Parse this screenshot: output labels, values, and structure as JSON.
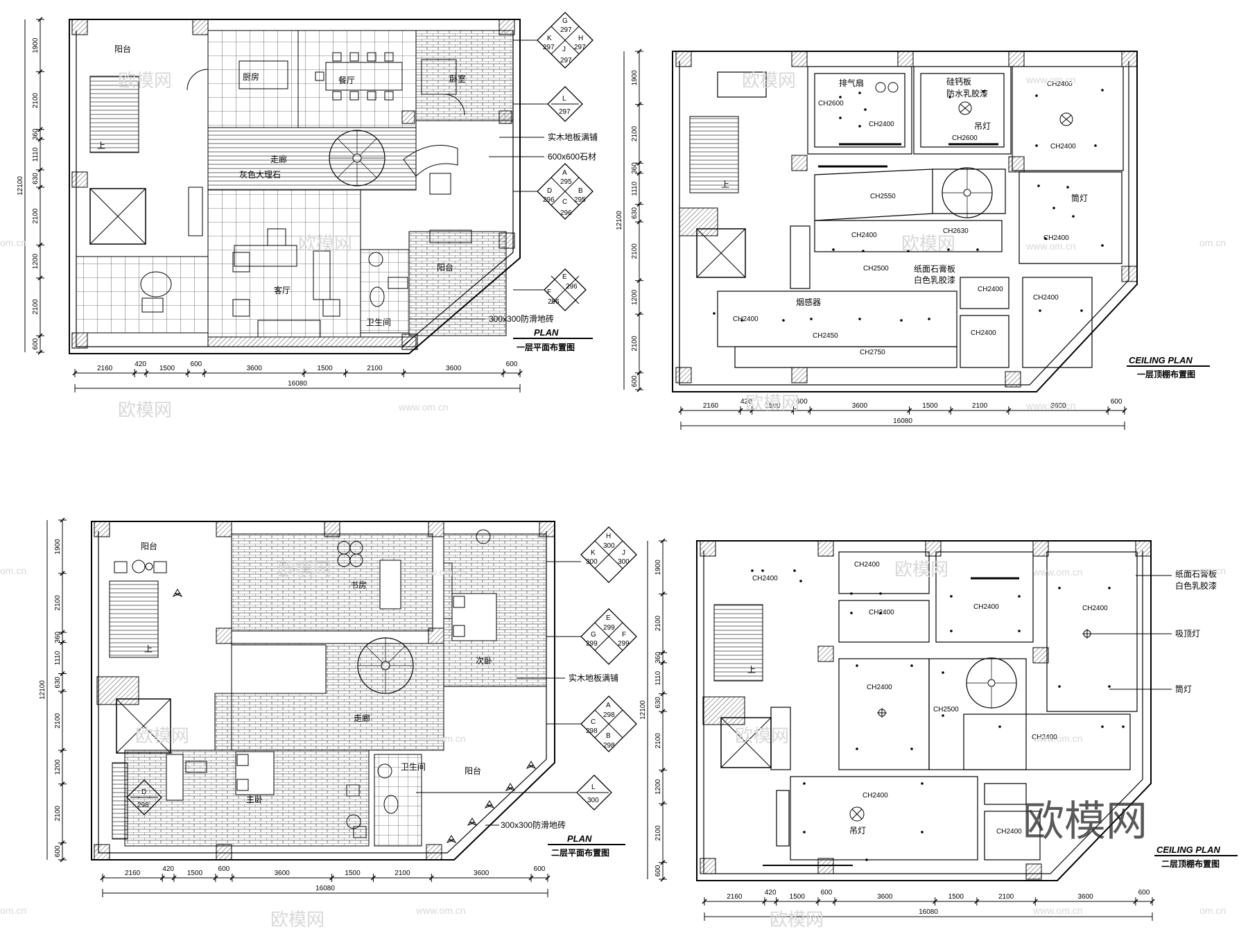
{
  "plans": [
    {
      "id": "plan1",
      "title_en": "PLAN",
      "title_zh": "一层平面布置图",
      "rooms": [
        "阳台",
        "厨房",
        "餐厅",
        "卧室",
        "走廊",
        "灰色大理石",
        "客厅",
        "卫生间",
        "阳台",
        "上"
      ],
      "notes": [
        "实木地板满铺",
        "600x600石材",
        "300x300防滑地砖"
      ],
      "markers": [
        {
          "letters": [
            "G",
            "K",
            "H",
            "J"
          ],
          "numbers": [
            "297",
            "297",
            "297",
            "297"
          ]
        },
        {
          "letters": [
            "L"
          ],
          "numbers": [
            "297"
          ]
        },
        {
          "letters": [
            "A",
            "D",
            "B",
            "C"
          ],
          "numbers": [
            "295",
            "296",
            "295",
            "296"
          ]
        },
        {
          "letters": [
            "E",
            "F"
          ],
          "numbers": [
            "296",
            "296"
          ]
        }
      ],
      "dims_bottom": [
        "2160",
        "420",
        "1500",
        "600",
        "3600",
        "1500",
        "2100",
        "3600",
        "600"
      ],
      "total": "16080",
      "dims_left": [
        "1900",
        "2100",
        "360",
        "1110",
        "630",
        "2100",
        "1200",
        "2100",
        "600"
      ],
      "total_left": "12100"
    },
    {
      "id": "plan2",
      "title_en": "CEILING PLAN",
      "title_zh": "一层顶棚布置图",
      "labels": [
        "排气扇",
        "硅钙板",
        "防水乳胶漆",
        "CH2400",
        "CH2600",
        "CH2400",
        "吊灯",
        "CH2600",
        "CH2400",
        "CH2550",
        "CH2630",
        "筒灯",
        "CH2400",
        "CH2400",
        "CH2500",
        "纸面石膏板",
        "白色乳胶漆",
        "CH2400",
        "CH2400",
        "烟感器",
        "CH2400",
        "CH2450",
        "CH2750",
        "CH2400",
        "上"
      ],
      "dims_bottom": [
        "2160",
        "420",
        "1500",
        "600",
        "3600",
        "1500",
        "2100",
        "3600",
        "600"
      ],
      "total": "16080",
      "dims_left": [
        "1900",
        "2100",
        "360",
        "1110",
        "630",
        "2100",
        "1200",
        "2100",
        "600"
      ],
      "total_left": "12100"
    },
    {
      "id": "plan3",
      "title_en": "PLAN",
      "title_zh": "二层平面布置图",
      "rooms": [
        "阳台",
        "书房",
        "次卧",
        "走廊",
        "主卧",
        "卫生间",
        "阳台",
        "上"
      ],
      "notes": [
        "实木地板满铺",
        "300x300防滑地砖"
      ],
      "markers": [
        {
          "letters": [
            "H",
            "K",
            "J"
          ],
          "numbers": [
            "300",
            "300",
            "300"
          ]
        },
        {
          "letters": [
            "E",
            "G",
            "F"
          ],
          "numbers": [
            "299",
            "299",
            "299"
          ]
        },
        {
          "letters": [
            "A",
            "C",
            "B"
          ],
          "numbers": [
            "298",
            "298",
            "298"
          ]
        },
        {
          "letters": [
            "L"
          ],
          "numbers": [
            "300"
          ]
        },
        {
          "letters": [
            "D"
          ],
          "numbers": [
            "298"
          ]
        }
      ],
      "dims_bottom": [
        "2160",
        "420",
        "1500",
        "600",
        "3600",
        "1500",
        "2100",
        "3600",
        "600"
      ],
      "total": "16080",
      "dims_left": [
        "1900",
        "2100",
        "360",
        "1110",
        "630",
        "2100",
        "1200",
        "2100",
        "600"
      ],
      "total_left": "12100"
    },
    {
      "id": "plan4",
      "title_en": "CEILING PLAN",
      "title_zh": "二层顶棚布置图",
      "labels": [
        "CH2400",
        "CH2400",
        "CH2400",
        "CH2400",
        "CH2400",
        "CH2400",
        "CH2500",
        "CH2400",
        "CH2400",
        "CH2400",
        "吊灯",
        "上"
      ],
      "notes": [
        "纸面石膏板",
        "白色乳胶漆",
        "吸顶灯",
        "筒灯"
      ],
      "dims_bottom": [
        "2160",
        "420",
        "1500",
        "600",
        "3600",
        "1500",
        "2100",
        "3600",
        "600"
      ],
      "total": "16080",
      "dims_left": [
        "1900",
        "2100",
        "360",
        "1110",
        "630",
        "2100",
        "1200",
        "2100",
        "600"
      ],
      "total_left": "12100"
    }
  ],
  "watermarks": {
    "brand": "欧模网",
    "url": "www.om.cn",
    "partial": "om.cn"
  },
  "colors": {
    "line": "#000000",
    "watermark": "#d8d8d8",
    "background": "#ffffff"
  }
}
